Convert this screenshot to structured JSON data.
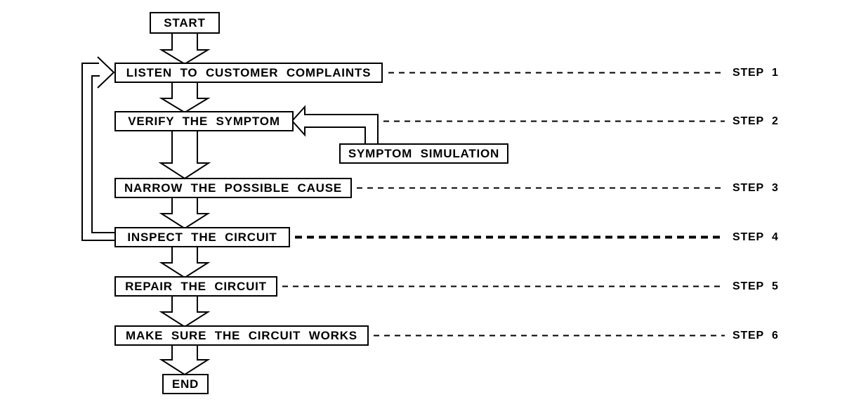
{
  "diagram": {
    "background_color": "#ffffff",
    "line_color": "#000000",
    "box_fill": "#ffffff",
    "nodes": {
      "start": "START",
      "listen": "LISTEN TO CUSTOMER COMPLAINTS",
      "verify": "VERIFY THE SYMPTOM",
      "symptom_simulation": "SYMPTOM SIMULATION",
      "narrow": "NARROW THE POSSIBLE CAUSE",
      "inspect": "INSPECT THE CIRCUIT",
      "repair": "REPAIR THE CIRCUIT",
      "make_sure": "MAKE SURE THE CIRCUIT WORKS",
      "end": "END"
    },
    "step_labels": [
      "STEP 1",
      "STEP 2",
      "STEP 3",
      "STEP 4",
      "STEP 5",
      "STEP 6"
    ]
  }
}
